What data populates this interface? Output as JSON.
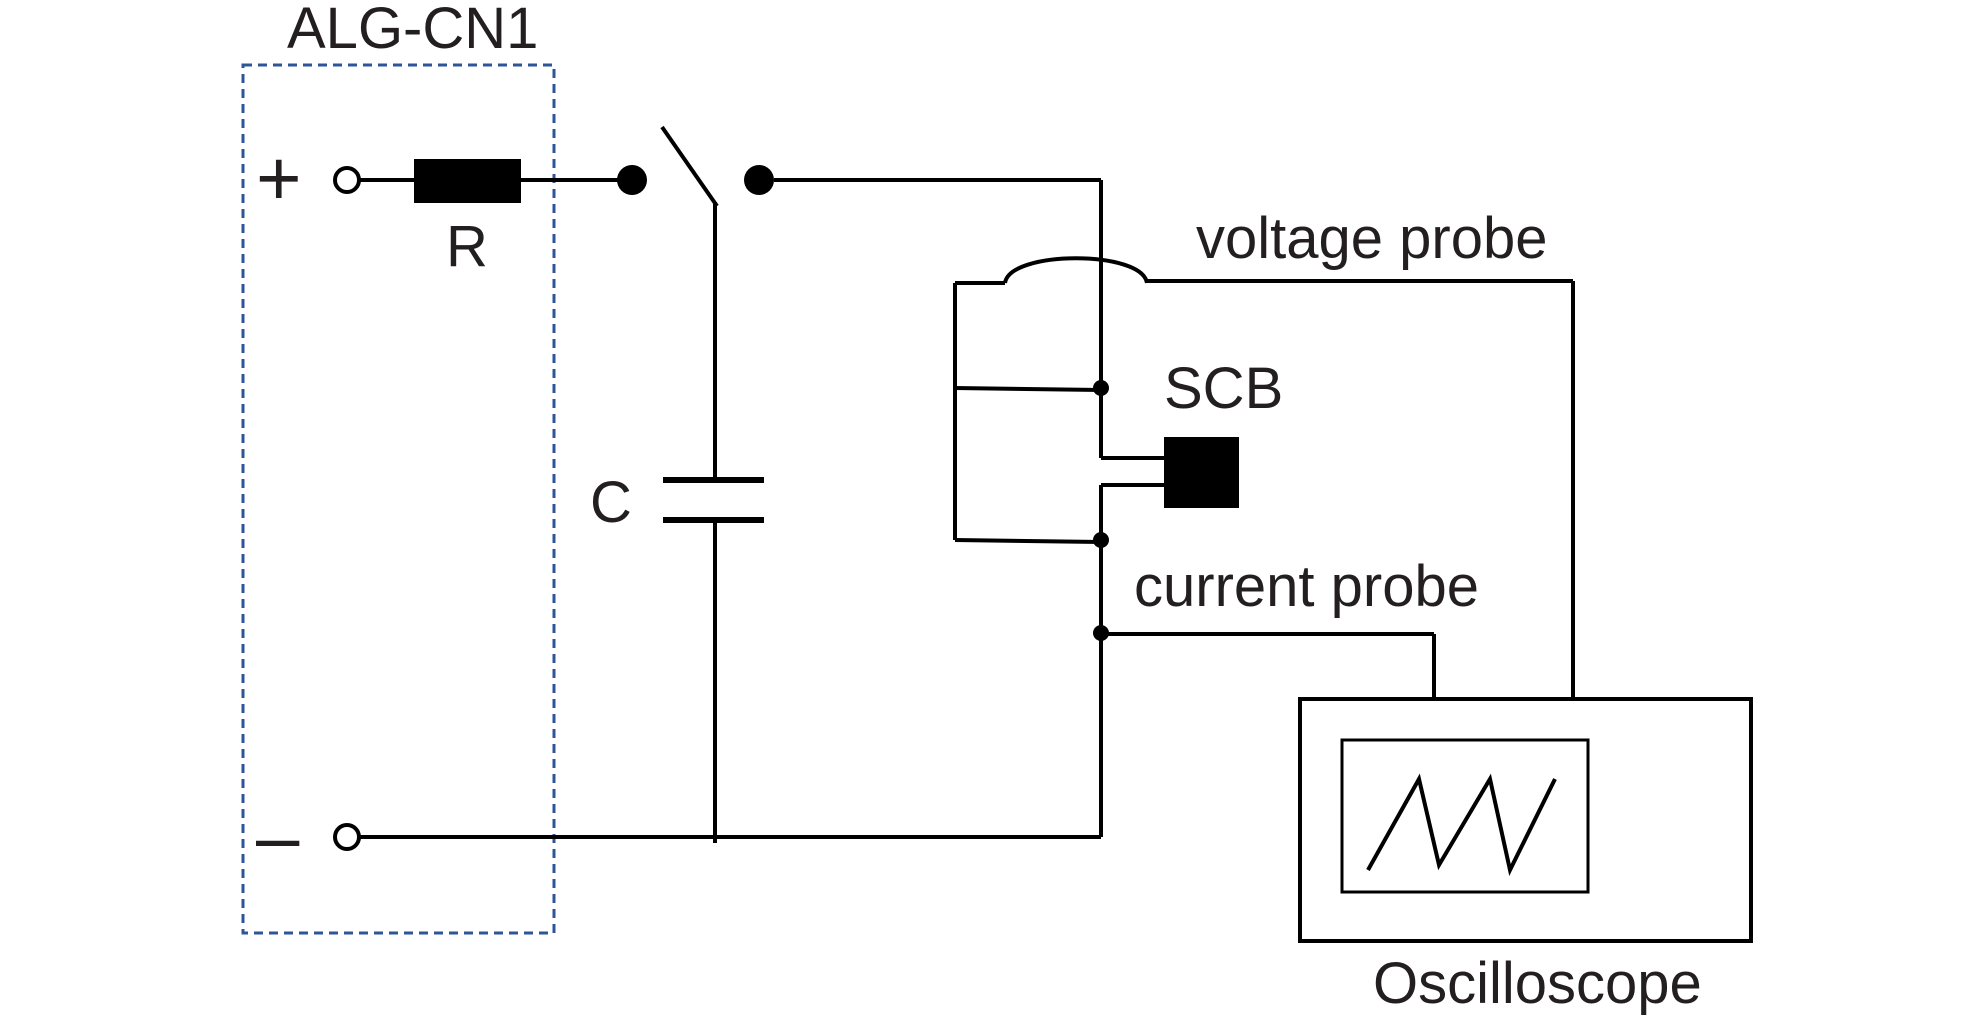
{
  "labels": {
    "module": "ALG-CN1",
    "plus": "+",
    "minus": "–",
    "resistor": "R",
    "capacitor": "C",
    "scb": "SCB",
    "voltage_probe": "voltage probe",
    "current_probe": "current probe",
    "oscilloscope": "Oscilloscope"
  },
  "colors": {
    "wire": "#000000",
    "module_border": "#2e5597",
    "text": "#231f20"
  }
}
